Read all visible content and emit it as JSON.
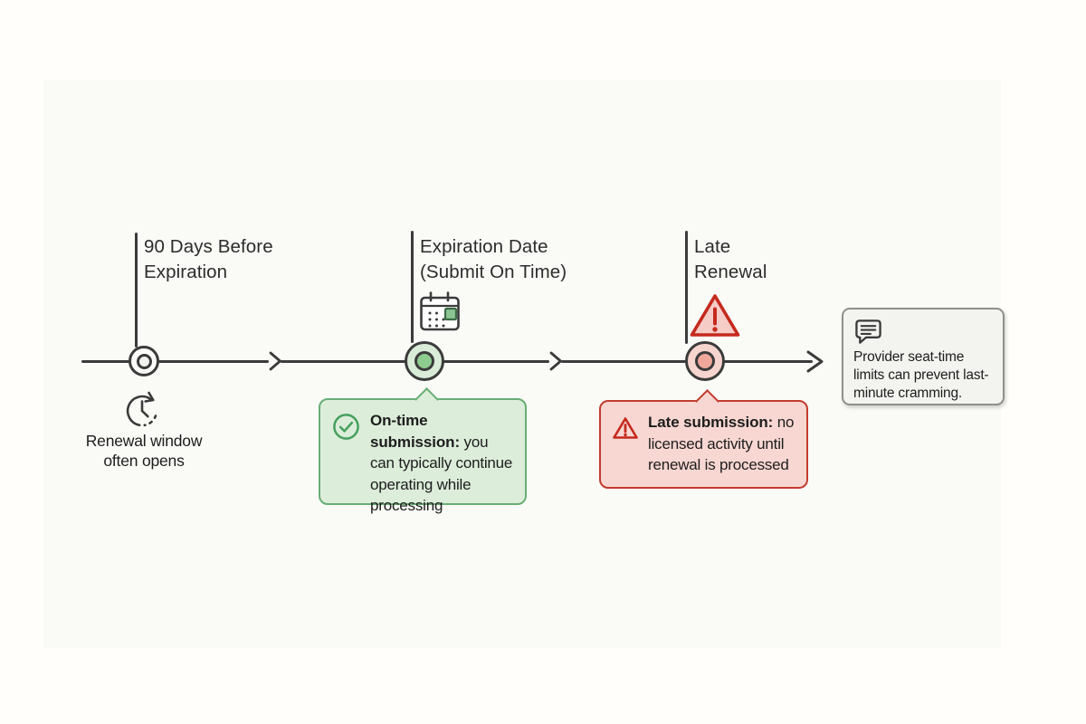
{
  "colors": {
    "page_bg": "#fffefb",
    "canvas_bg": "#fafaf7",
    "ink": "#3b3b3b",
    "heading_text": "#2c2c2c",
    "body_text": "#1d1d1d",
    "green_border": "#68ae74",
    "green_bg": "#dcedda",
    "green_icon": "#47a05e",
    "green_node_outer": "#d8ecd8",
    "green_node_inner": "#8ecb8e",
    "red_border": "#c23b2e",
    "red_bg": "#f8d7d2",
    "red_icon": "#c5291d",
    "red_fill_light": "#f6ccc6",
    "red_node_outer": "#f7d5cf",
    "red_node_inner": "#efa79c",
    "neutral_node_outer": "#fdfdfc",
    "neutral_node_inner": "#f1f1ee",
    "note_bg": "#f3f3f0",
    "note_border": "#8f8f8b"
  },
  "milestones": [
    {
      "label_lines": [
        "90 Days Before",
        "Expiration"
      ],
      "icon": "renewal-clock-icon",
      "caption_lines": [
        "Renewal window",
        "often opens"
      ]
    },
    {
      "label_lines": [
        "Expiration Date",
        "(Submit On Time)"
      ],
      "icon": "calendar-icon"
    },
    {
      "label_lines": [
        "Late",
        "Renewal"
      ],
      "icon": "warning-triangle-icon"
    }
  ],
  "callouts": [
    {
      "tone": "success",
      "icon": "check-circle-icon",
      "bold_text": "On-time submission:",
      "body_text": " you can typically continue operating while processing"
    },
    {
      "tone": "danger",
      "icon": "warning-triangle-icon",
      "bold_text": "Late submission:",
      "body_text": " no licensed activity until renewal is processed"
    }
  ],
  "side_note": {
    "icon": "speech-bubble-icon",
    "text": "Provider seat-time limits can prevent last-minute cramming."
  }
}
